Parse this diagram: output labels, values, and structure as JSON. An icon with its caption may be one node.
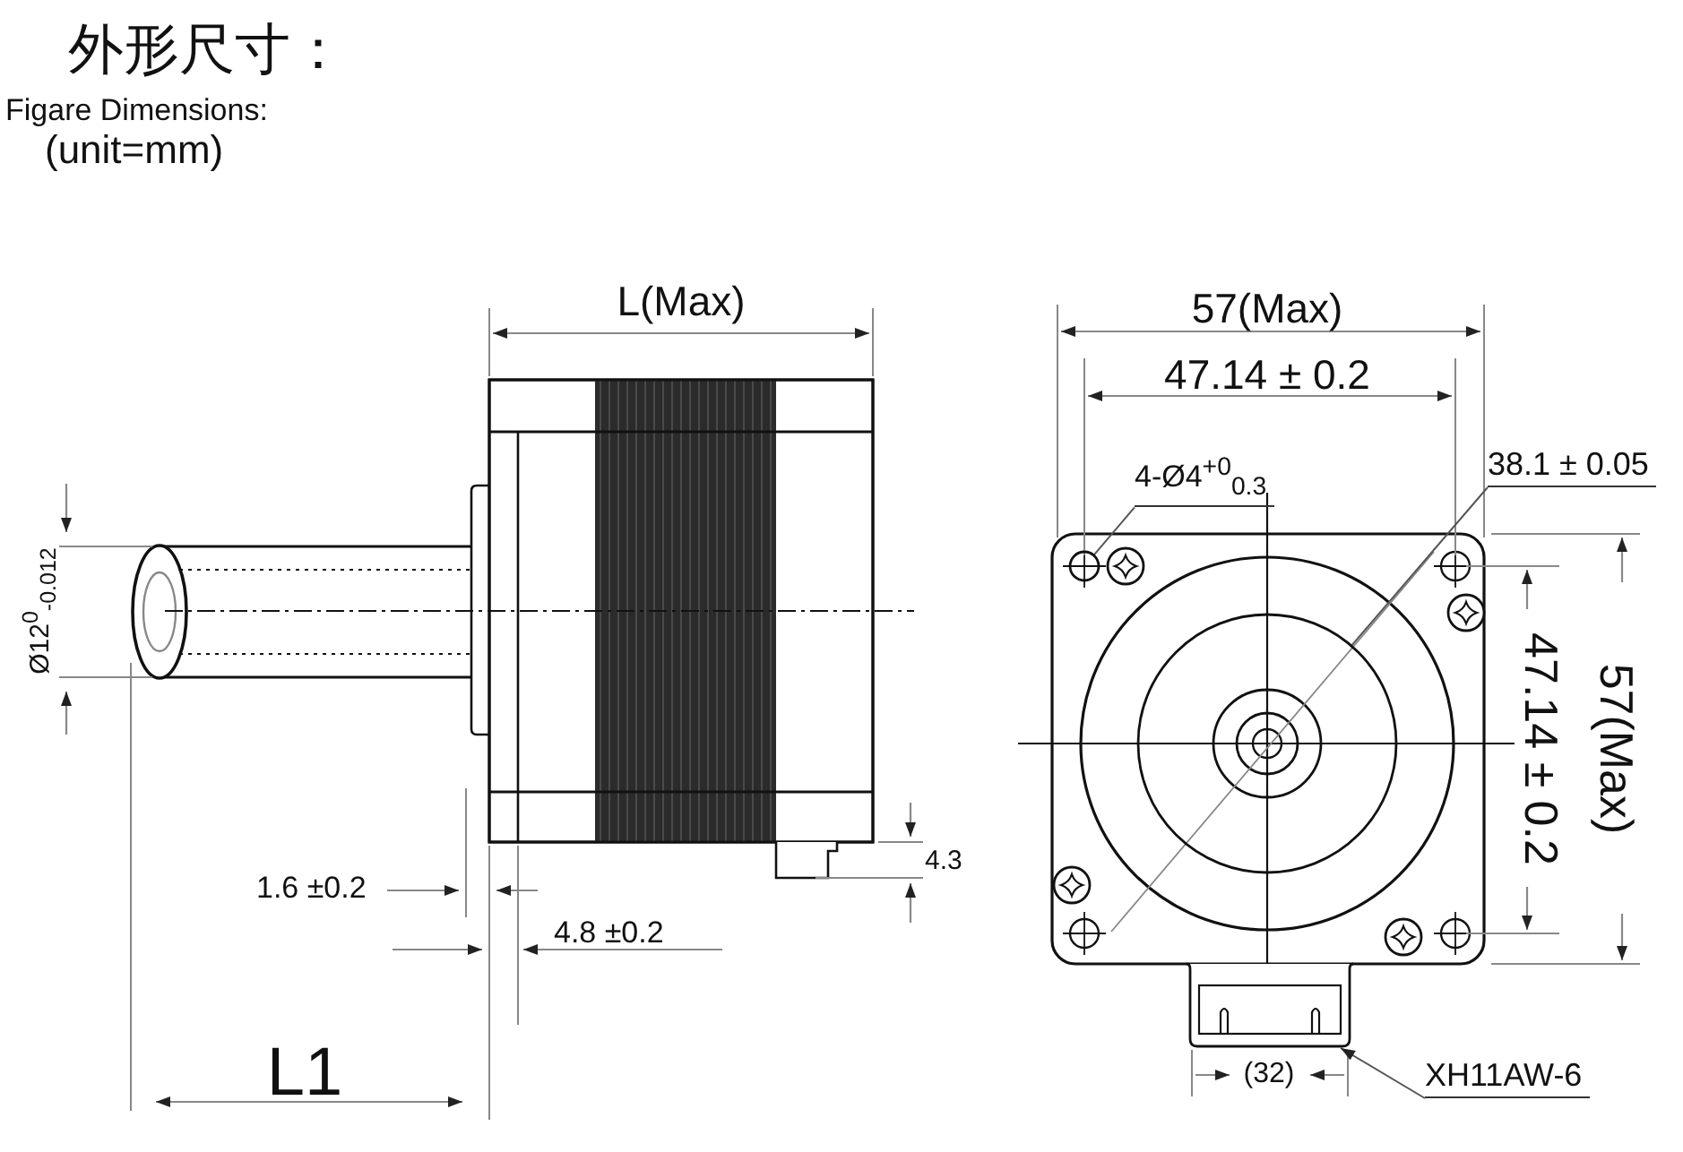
{
  "diagram": {
    "title": "外形尺寸：",
    "nodes": [
      {
        "text": [
          "4-Ø4$^{+0}$$_{0.3}$"
        ]
      },
      {
        "text": [],
        "shape": "circle"
      },
      {
        "text": [
          "38.1 ± 0.05"
        ]
      },
      {
        "text": [],
        "shape": "circle"
      },
      {
        "text": [
          "XH11AW-6"
        ]
      },
      {
        "text": [],
        "shape": "box"
      }
    ],
    "edges": [
      {
        "from": 0,
        "to": 1,
        "arrow": "none"
      },
      {
        "from": 2,
        "to": 3,
        "arrow": "none"
      },
      {
        "from": 4,
        "to": 5,
        "arrow": "to"
      }
    ],
    "labels": [
      "Figare Dimensions:",
      "(unit=mm)",
      "L(Max)",
      "57(Max)",
      "47.14 ± 0.2",
      "Ø12$^{0}$$_{-0.012}$",
      "57(Max)",
      "47.14 ± 0.2",
      "4.3",
      "1.6 ±0.2",
      "4.8 ±0.2",
      "L1",
      "(32)"
    ]
  }
}
